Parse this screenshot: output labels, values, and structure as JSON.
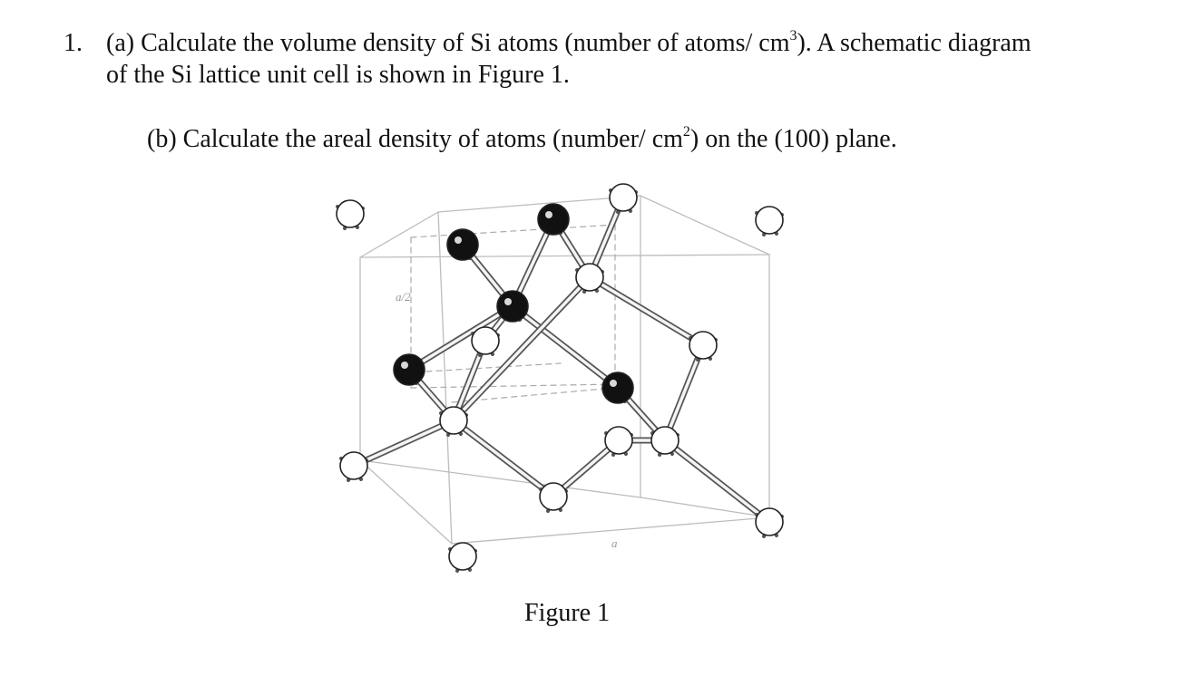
{
  "question": {
    "number": "1.",
    "part_a": {
      "line1_text": "(a) Calculate the volume density of Si atoms (number of atoms/ cm",
      "line1_sup": "3",
      "line1_tail": ").  A schematic diagram",
      "line2_text": "of the Si lattice unit cell is shown in Figure 1."
    },
    "part_b": {
      "text": "(b) Calculate the areal density of atoms (number/ cm",
      "sup": "2",
      "tail": ") on the (100) plane."
    }
  },
  "figure": {
    "caption": "Figure 1",
    "label_half_edge": "a/2",
    "label_edge": "a",
    "colors": {
      "atom_light": "#ffffff",
      "atom_dark": "#111111",
      "cube_edge": "#bdbdbd",
      "bond": "#555555"
    }
  }
}
